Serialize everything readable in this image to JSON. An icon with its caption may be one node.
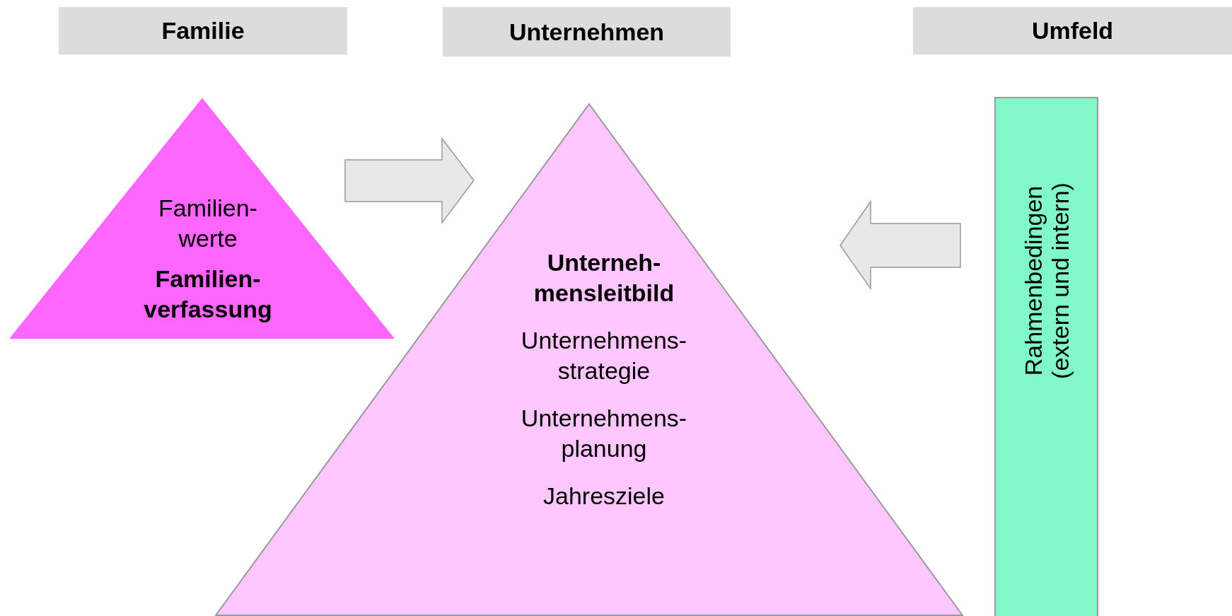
{
  "diagram": {
    "nodes": [
      {
        "text": [
          "Familie"
        ]
      },
      {
        "text": [
          "Unternehmen"
        ]
      },
      {
        "text": [
          "Umfeld"
        ]
      },
      {
        "text": [
          "Familien- werte",
          "Familien- verfassung"
        ]
      },
      {
        "text": [
          "Unterneh- mensleitbild",
          "Unternehmens- strategie",
          "Unternehmens- planung",
          "Jahresziele"
        ]
      },
      {
        "text": [
          "Rahmenbedingen (extern und intern)"
        ]
      }
    ],
    "edges": [
      {
        "from": 3,
        "to": 4,
        "arrow": "to"
      },
      {
        "from": 5,
        "to": 4,
        "arrow": "to"
      }
    ]
  }
}
